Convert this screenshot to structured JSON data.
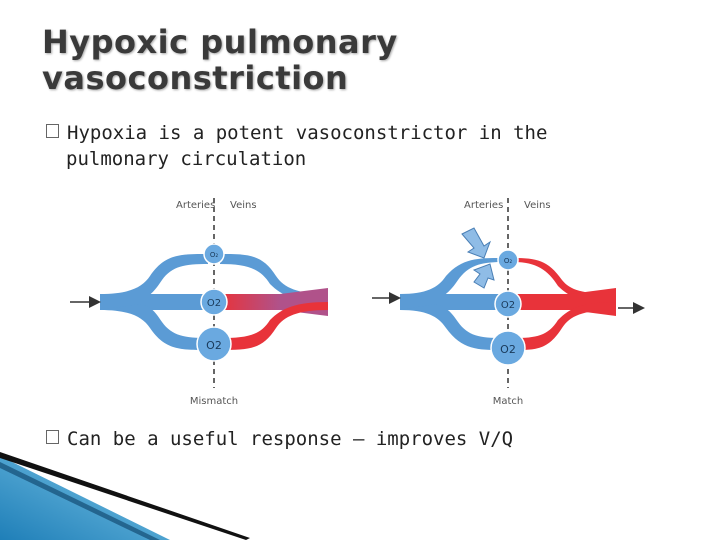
{
  "slide": {
    "title_line1": "Hypoxic pulmonary",
    "title_line2": "vasoconstriction",
    "bullets": [
      {
        "text_line1": "Hypoxia is a potent vasoconstrictor in the",
        "text_line2": "pulmonary circulation"
      },
      {
        "text": "Can be a useful response – improves V/Q"
      }
    ],
    "bullet_icon": "checkbox-square-icon"
  },
  "figure": {
    "left_panel": {
      "arteries_label": "Arteries",
      "veins_label": "Veins",
      "o2_top": "O₂",
      "o2_mid": "O2",
      "o2_bottom": "O2",
      "caption": "Mismatch"
    },
    "right_panel": {
      "arteries_label": "Arteries",
      "veins_label": "Veins",
      "o2_top": "O₂",
      "o2_mid": "O2",
      "o2_bottom": "O2",
      "caption": "Match"
    },
    "colors": {
      "artery_blue": "#5b9bd5",
      "vein_red": "#e8333a",
      "mixed_purple": "#b0528a",
      "node_blue": "#6aa9e0"
    }
  }
}
